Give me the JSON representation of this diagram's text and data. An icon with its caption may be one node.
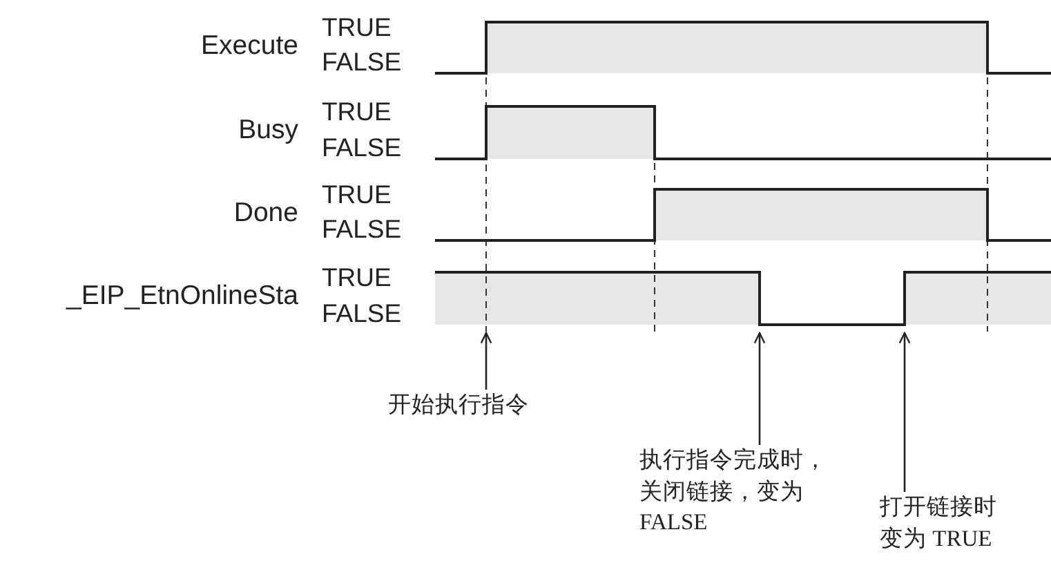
{
  "diagram": {
    "nodes": [
      {
        "text": [],
        "shape": "waveform"
      },
      {
        "text": [
          "开始执行指令"
        ]
      },
      {
        "text": [
          "执行指令完成时，关闭链接，变为 FALSE"
        ]
      },
      {
        "text": [
          "打开链接时变为 TRUE"
        ]
      }
    ],
    "edges": [
      {
        "from": 1,
        "to": 0,
        "arrow": "to"
      },
      {
        "from": 2,
        "to": 0,
        "arrow": "to"
      },
      {
        "from": 3,
        "to": 0,
        "arrow": "to"
      }
    ],
    "labels": [
      "Execute",
      "TRUE",
      "FALSE",
      "Busy",
      "TRUE",
      "FALSE",
      "Done",
      "TRUE",
      "FALSE",
      "_EIP_EtnOnlineSta",
      "TRUE",
      "FALSE"
    ]
  }
}
